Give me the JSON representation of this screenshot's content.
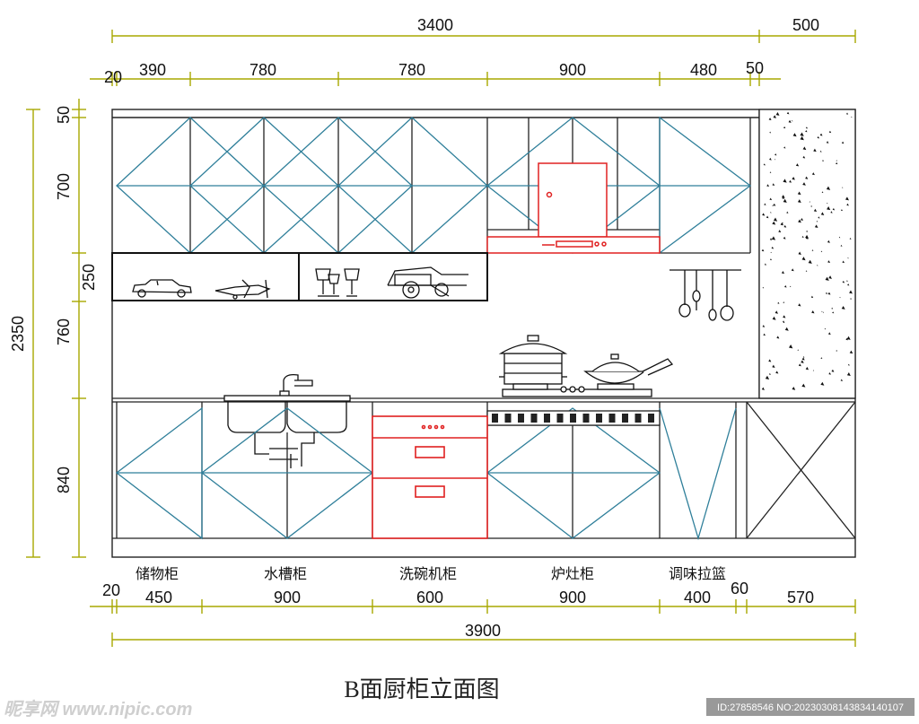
{
  "title": "B面厨柜立面图",
  "top_dimensions": {
    "overall": [
      "3400",
      "500"
    ],
    "segments": [
      "20",
      "390",
      "780",
      "780",
      "900",
      "480",
      "50"
    ]
  },
  "left_dimensions": {
    "overall": "2350",
    "segments": [
      "50",
      "700",
      "250",
      "760",
      "840"
    ]
  },
  "bottom_labels": [
    "储物柜",
    "水槽柜",
    "洗碗机柜",
    "炉灶柜",
    "调味拉篮"
  ],
  "bottom_dimensions": {
    "segments": [
      "20",
      "450",
      "900",
      "600",
      "900",
      "400",
      "60",
      "570"
    ],
    "overall": "3900"
  },
  "watermark": {
    "logo": "昵享网 www.nipic.com",
    "id_line": "ID:27858546 NO:20230308143834140107"
  },
  "colors": {
    "dimension": "#a8a800",
    "outline": "#222222",
    "door_diagonal": "#2f7f9a",
    "appliance": "#e02020"
  }
}
